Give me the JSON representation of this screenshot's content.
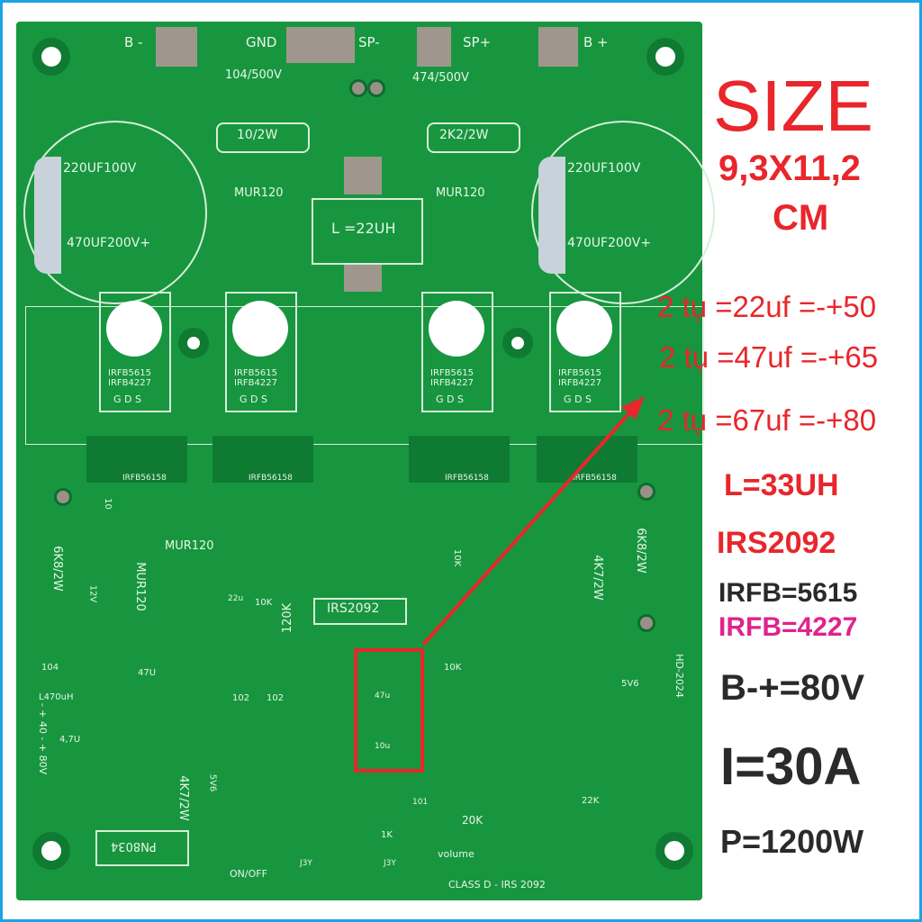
{
  "board": {
    "terminals": [
      "B -",
      "GND",
      "SP-",
      "SP+",
      "B +"
    ],
    "caps_top": [
      "104/500V",
      "474/500V"
    ],
    "resistors_top": [
      "10/2W",
      "2K2/2W"
    ],
    "diodes_top": [
      "MUR120",
      "MUR120"
    ],
    "inductor": "L =22UH",
    "big_caps": [
      {
        "top": "220UF100V",
        "bottom": "470UF200V+"
      },
      {
        "top": "220UF100V",
        "bottom": "470UF200V+"
      }
    ],
    "mosfet_labels": [
      "IRFB5615\nIRFB4227",
      "IRFB5615\nIRFB4227",
      "IRFB5615\nIRFB4227",
      "IRFB5615\nIRFB4227"
    ],
    "mosfet_pins": "G D S",
    "lower_mosfet_labels": [
      "IRFB56158",
      "IRFB56158",
      "IRFB56158",
      "IRFB56158"
    ],
    "chip": "IRS2092",
    "misc": [
      "MUR120",
      "MUR120",
      "6K8/2W",
      "6K8/2W",
      "4K7/2W",
      "4K7/2W",
      "120K",
      "10K",
      "10K",
      "10K",
      "20K",
      "22K",
      "1K",
      "5V6",
      "5V6",
      "PN8034",
      "ON/OFF",
      "volume",
      "CLASS D - IRS 2092",
      "HD-2024",
      "- + 40 - + 80V",
      "L470uH",
      "J3Y",
      "J3Y",
      "47u",
      "10u",
      "22u",
      "47U",
      "4,7U",
      "102",
      "102",
      "104",
      "101",
      "12V",
      "10"
    ]
  },
  "overlay": {
    "size_title": "SIZE",
    "size_value": "9,3X11,2",
    "size_unit": "CM",
    "caps": [
      "2 tụ =22uf =-+50",
      "2 tụ =47uf =-+65",
      "2 tụ =67uf =-+80"
    ],
    "inductance": "L=33UH",
    "driver": "IRS2092",
    "irfb1": "IRFB=5615",
    "irfb2": "IRFB=4227",
    "voltage": "B-+=80V",
    "current": "I=30A",
    "power": "P=1200W"
  },
  "colors": {
    "board": "#17963f",
    "accent_red": "#e8262b",
    "magenta": "#e0238c",
    "dark": "#2a2a2a",
    "frame": "#1ea3e2"
  }
}
